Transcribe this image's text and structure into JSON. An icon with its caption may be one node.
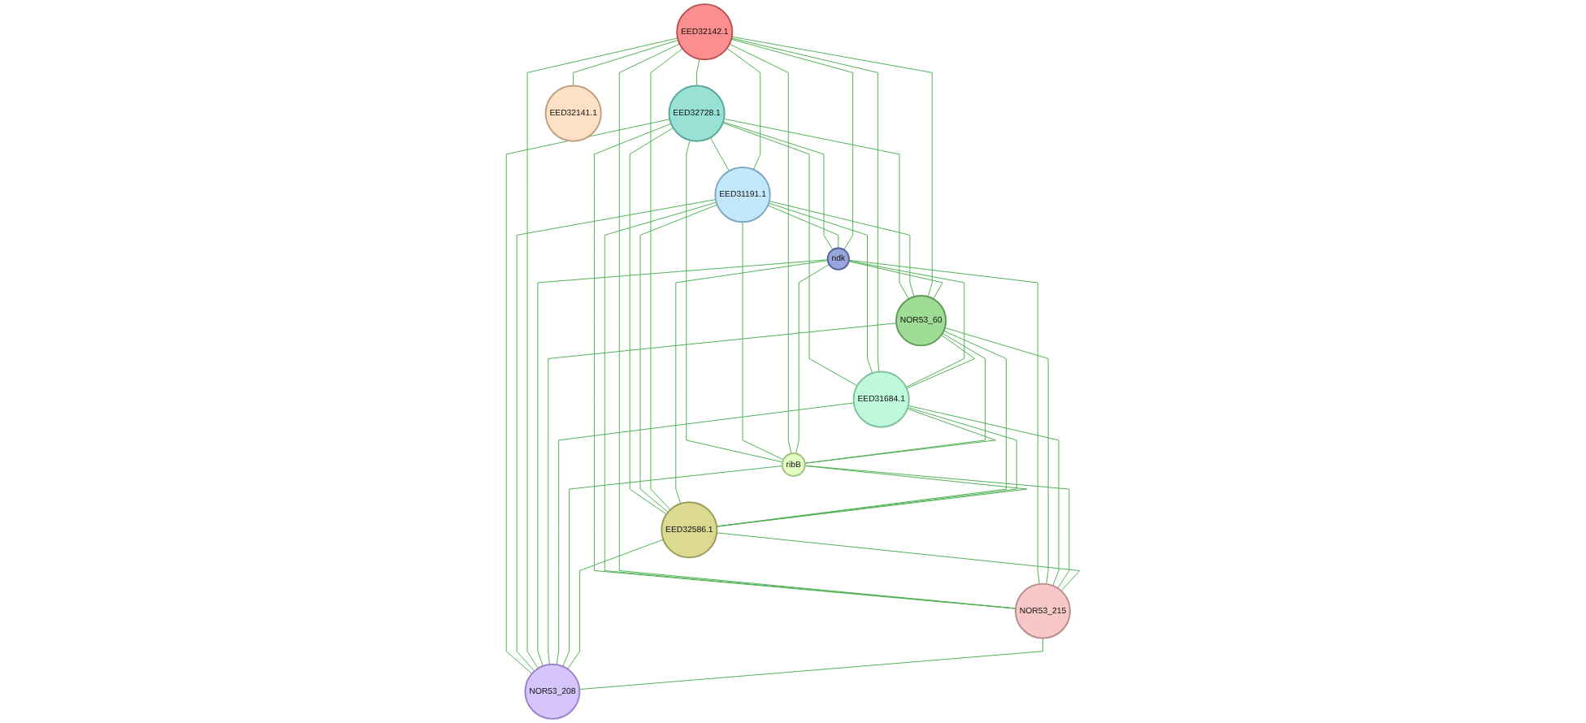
{
  "diagram": {
    "nodes": [
      {
        "text": [
          "EED32141.1"
        ]
      },
      {
        "text": [
          "EED32728.1"
        ]
      },
      {
        "text": [
          "EED31191.1"
        ]
      },
      {
        "text": [
          "EED32142.1"
        ]
      },
      {
        "text": [
          "ndk"
        ]
      },
      {
        "text": [
          "NOR53_60"
        ]
      },
      {
        "text": [
          "EED31684.1"
        ]
      },
      {
        "text": [
          "ribB"
        ]
      },
      {
        "text": [
          "EED32586.1"
        ]
      },
      {
        "text": [
          "NOR53_215"
        ]
      },
      {
        "text": [
          "NOR53_208"
        ]
      }
    ],
    "edges": [
      {
        "from": 0,
        "to": 3,
        "arrow": "none"
      },
      {
        "from": 1,
        "to": 2,
        "arrow": "none"
      },
      {
        "from": 1,
        "to": 3,
        "arrow": "none"
      },
      {
        "from": 1,
        "to": 4,
        "arrow": "none"
      },
      {
        "from": 1,
        "to": 5,
        "arrow": "none"
      },
      {
        "from": 1,
        "to": 6,
        "arrow": "none"
      },
      {
        "from": 1,
        "to": 7,
        "arrow": "none"
      },
      {
        "from": 1,
        "to": 8,
        "arrow": "none"
      },
      {
        "from": 1,
        "to": 9,
        "arrow": "none"
      },
      {
        "from": 1,
        "to": 10,
        "arrow": "none"
      },
      {
        "from": 2,
        "to": 3,
        "arrow": "none"
      },
      {
        "from": 2,
        "to": 4,
        "arrow": "none"
      },
      {
        "from": 2,
        "to": 5,
        "arrow": "none"
      },
      {
        "from": 2,
        "to": 6,
        "arrow": "none"
      },
      {
        "from": 2,
        "to": 7,
        "arrow": "none"
      },
      {
        "from": 2,
        "to": 8,
        "arrow": "none"
      },
      {
        "from": 2,
        "to": 9,
        "arrow": "none"
      },
      {
        "from": 2,
        "to": 10,
        "arrow": "none"
      },
      {
        "from": 3,
        "to": 4,
        "arrow": "none"
      },
      {
        "from": 3,
        "to": 5,
        "arrow": "none"
      },
      {
        "from": 3,
        "to": 6,
        "arrow": "none"
      },
      {
        "from": 3,
        "to": 7,
        "arrow": "none"
      },
      {
        "from": 3,
        "to": 8,
        "arrow": "none"
      },
      {
        "from": 3,
        "to": 9,
        "arrow": "none"
      },
      {
        "from": 3,
        "to": 10,
        "arrow": "none"
      },
      {
        "from": 4,
        "to": 5,
        "arrow": "none"
      },
      {
        "from": 4,
        "to": 6,
        "arrow": "none"
      },
      {
        "from": 4,
        "to": 7,
        "arrow": "none"
      },
      {
        "from": 4,
        "to": 8,
        "arrow": "none"
      },
      {
        "from": 4,
        "to": 9,
        "arrow": "none"
      },
      {
        "from": 4,
        "to": 10,
        "arrow": "none"
      },
      {
        "from": 5,
        "to": 6,
        "arrow": "none"
      },
      {
        "from": 5,
        "to": 7,
        "arrow": "none"
      },
      {
        "from": 5,
        "to": 8,
        "arrow": "none"
      },
      {
        "from": 5,
        "to": 9,
        "arrow": "none"
      },
      {
        "from": 5,
        "to": 10,
        "arrow": "none"
      },
      {
        "from": 6,
        "to": 7,
        "arrow": "none"
      },
      {
        "from": 6,
        "to": 8,
        "arrow": "none"
      },
      {
        "from": 6,
        "to": 9,
        "arrow": "none"
      },
      {
        "from": 6,
        "to": 10,
        "arrow": "none"
      },
      {
        "from": 7,
        "to": 8,
        "arrow": "none"
      },
      {
        "from": 7,
        "to": 9,
        "arrow": "none"
      },
      {
        "from": 7,
        "to": 10,
        "arrow": "none"
      },
      {
        "from": 8,
        "to": 9,
        "arrow": "none"
      },
      {
        "from": 8,
        "to": 10,
        "arrow": "none"
      },
      {
        "from": 9,
        "to": 10,
        "arrow": "none"
      }
    ]
  }
}
